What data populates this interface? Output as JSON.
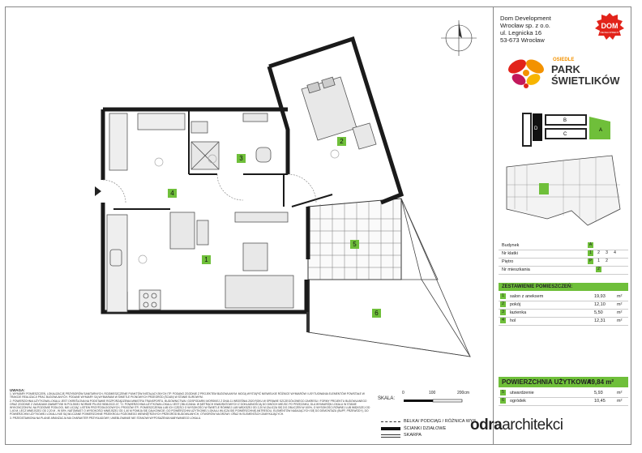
{
  "company": {
    "lines": [
      "Dom Development",
      "Wrocław sp. z o.o.",
      "ul. Legnicka 16",
      "53-673 Wrocław"
    ],
    "logo_text": "DOM",
    "logo_sub": "DEVELOPMENT"
  },
  "estate": {
    "prefix": "OSIEDLE",
    "line1": "PARK",
    "line2": "ŚWIETLIKÓW"
  },
  "key_plan_labels": [
    "D",
    "B",
    "C",
    "A"
  ],
  "info": {
    "rows": [
      {
        "label": "Budynek",
        "values": [
          "A"
        ],
        "highlight": [
          0
        ]
      },
      {
        "label": "Nr klatki",
        "values": [
          "1",
          "2",
          "3",
          "4"
        ],
        "highlight": [
          0
        ]
      },
      {
        "label": "Piętro",
        "values": [
          "P",
          "1",
          "2"
        ],
        "highlight": [
          0
        ]
      },
      {
        "label": "Nr mieszkania",
        "values": [
          "2"
        ],
        "highlight": [
          0
        ]
      }
    ]
  },
  "rooms_heading": "ZESTAWIENIE POMIESZCZEŃ:",
  "rooms": [
    {
      "num": "1",
      "name": "salon z aneksem",
      "area": "19,93",
      "unit": "m²"
    },
    {
      "num": "2",
      "name": "pokój",
      "area": "12,10",
      "unit": "m²"
    },
    {
      "num": "3",
      "name": "łazienka",
      "area": "5,50",
      "unit": "m²"
    },
    {
      "num": "4",
      "name": "hol",
      "area": "12,31",
      "unit": "m²"
    }
  ],
  "usable_area": {
    "label": "POWIERZCHNIA UŻYTKOWA:",
    "value": "49,84 m²"
  },
  "extras": [
    {
      "num": "5",
      "name": "utwardzenie",
      "area": "5,93",
      "unit": "m²"
    },
    {
      "num": "6",
      "name": "ogródek",
      "area": "10,45",
      "unit": "m²"
    }
  ],
  "plan_labels": [
    "1",
    "2",
    "3",
    "4",
    "5",
    "6"
  ],
  "notes": {
    "title": "UWAGA:",
    "items": [
      "1. WYMIARY POMIESZCZEŃ, LOKALIZACJĘ PRZYBORÓW SANITARNYCH, ROZMIESZCZENIE PUNKTÓW INSTALACYJNYCH ITP. PODANO ZGODNIE Z PROJEKTEM BUDOWLANYM. MOGĄ WYSTĄPIĆ NIEWIELKIE RÓŻNICE WYMIARÓW I USYTUOWANIA ELEMENTÓW POWSTAŁE W TRAKCIE REALIZACJI PRAC BUDOWLANYCH. PODANE WYMIARY SĄ WYMIARAMI W ŚWIETLE PIONOWYCH PRZEGRÓD (ŚCIAN) W STANIE SUROWYM.",
      "2. POWIERZCHNIA UŻYTKOWA LOKALU JEST OKREŚLONA NA PODSTAWIE ROZPORZĄDZENIA MINISTRA TRANSPORTU, BUDOWNICTWA I GOSPODARKI MORSKIEJ Z DNIA 11 WRZEŚNIA 2020 ROKU W SPRAWIE SZCZEGÓŁOWEGO ZAKRESU I FORMY PROJEKTU BUDOWLANEGO ORAZ ZGODNIE Z ZASADAMI ZAWARTYMI W POLSKIEJ NORMIE PN-ISO 9836:2022-07, TJ. POWIERZCHNIA UŻYTKOWA LOKALU JEST OBLICZANA: W METRACH KWADRATOWYCH Z DOKŁADNOŚCIĄ DO DWÓCH MIEJSC PO PRZECINKU, DLA WYMIARÓW LOKALU W STANIE WYKOŃCZONYM, NA POZIOMIE PODŁOGI, NIE LICZĄC LISTEW PRZYPODŁOGOWYCH, PROGÓW ITP.; POMIESZCZENIA LUB ICH CZĘŚCI O WYSOKOŚCI W ŚWIETLE RÓWNEJ LUB WIĘKSZEJ OD 2,20 M ZALICZA SIĘ DO OBLICZEŃ W 100%, O WYSOKOŚCI RÓWNEJ LUB WIĘKSZEJ OD 1,40 M, LECZ MNIEJSZEJ OD 2,20 M - W 50%, NATOMIAST O WYSOKOŚCI MNIEJSZEJ OD 1,40 M POMIJA SIĘ CAŁKOWICIE; DO POWIERZCHNI UŻYTKOWEJ LOKALU WLICZA SIĘ POWIERZCHNIĘ ANTRESOLI, ELEMENTÓW NADAJĄCYCH SIĘ DO DEMONTAŻU (BUPF, PRZEWODY), DO POWIERZCHNI UŻYTKOWEJ LOKALU NIE SĄ WLICZANE POWIERZCHNIE PRZEKROJU POZIOMEGO WEWNĘTRZNYCH PRZEGRÓD BUDOWLANYCH, OTWORÓW NA DRZWI I ORAZ W ELEMENTACH ZAMYKAJĄCYCH.",
      "3. PRZEDSTAWIONA NA PLANIE ARANŻACJA MA CHARAKTER PRZYKŁADOWY, UMEBLOWANIE NIE STANOWI WYPOSAŻENIA NABYWANEGO LOKALU."
    ]
  },
  "scale": {
    "label": "SKALA:",
    "ticks": [
      "0",
      "100",
      "200cm"
    ]
  },
  "legend": [
    "BELKA/ PODCIĄG / RÓŻNICA WYS.",
    "ŚCIANKI DZIAŁOWE",
    "SKARPA"
  ],
  "architect": {
    "part1": "odra",
    "part2": "architekci"
  },
  "colors": {
    "accent": "#6fbf3a",
    "wall": "#1a1a1a",
    "logo_red": "#e2231a"
  }
}
